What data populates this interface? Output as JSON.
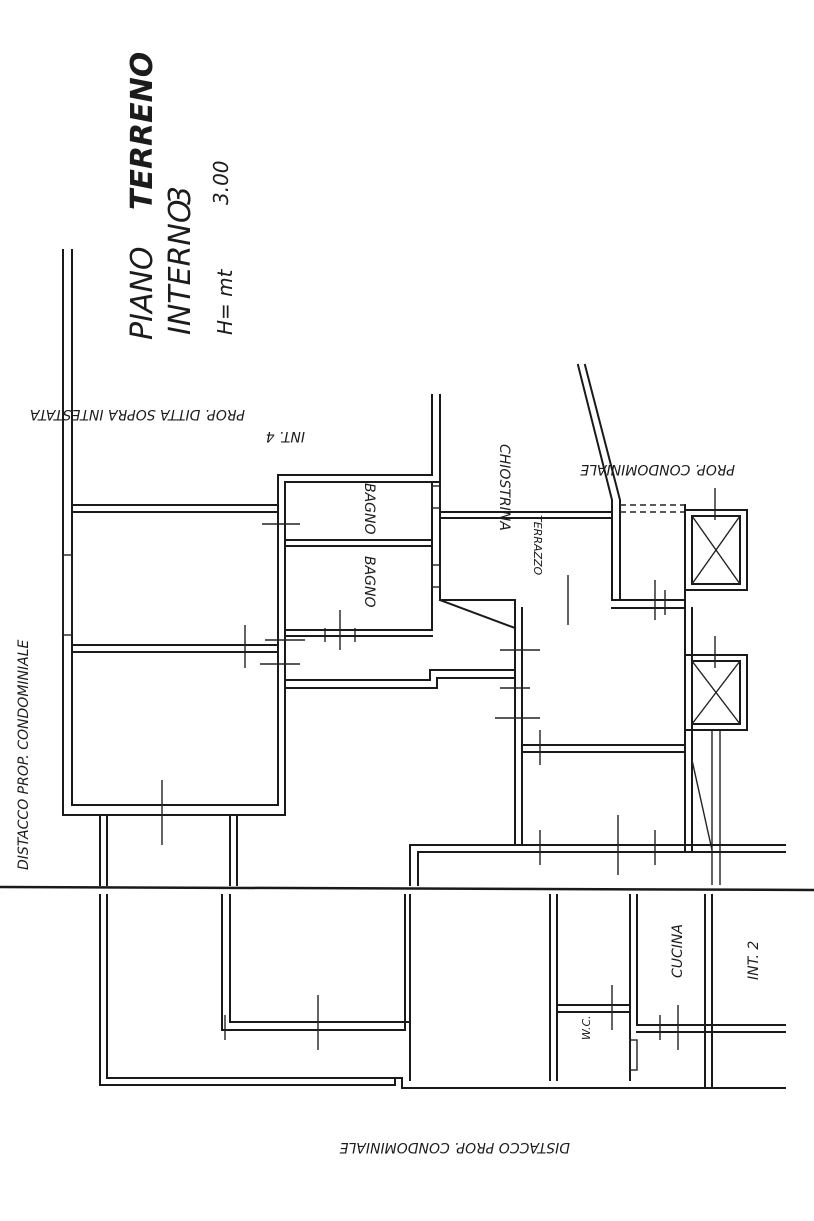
{
  "title_block": {
    "floor_label": "PIANO",
    "floor_value": "TERRENO",
    "unit_label": "INTERNO",
    "unit_value": "3",
    "height_label": "H= mt",
    "height_value": "3.00"
  },
  "rooms": {
    "bagno_upper": "BAGNO",
    "bagno_lower": "BAGNO",
    "chiostrina": "CHIOSTRINA",
    "terrazzo": "TERRAZZO",
    "wc": "W.C.",
    "cucina": "CUCINA",
    "int2": "INT. 2"
  },
  "boundaries": {
    "left": "DISTACCO PROP. CONDOMINIALE",
    "top_owner": "PROP. DITTA SOPRA INTESTATA",
    "top_int": "INT. 4",
    "top_right": "PROP. CONDOMINIALE",
    "bottom": "DISTACCO PROP. CONDOMINIALE"
  },
  "colors": {
    "ink": "#1a1a1a",
    "paper": "#ffffff"
  }
}
